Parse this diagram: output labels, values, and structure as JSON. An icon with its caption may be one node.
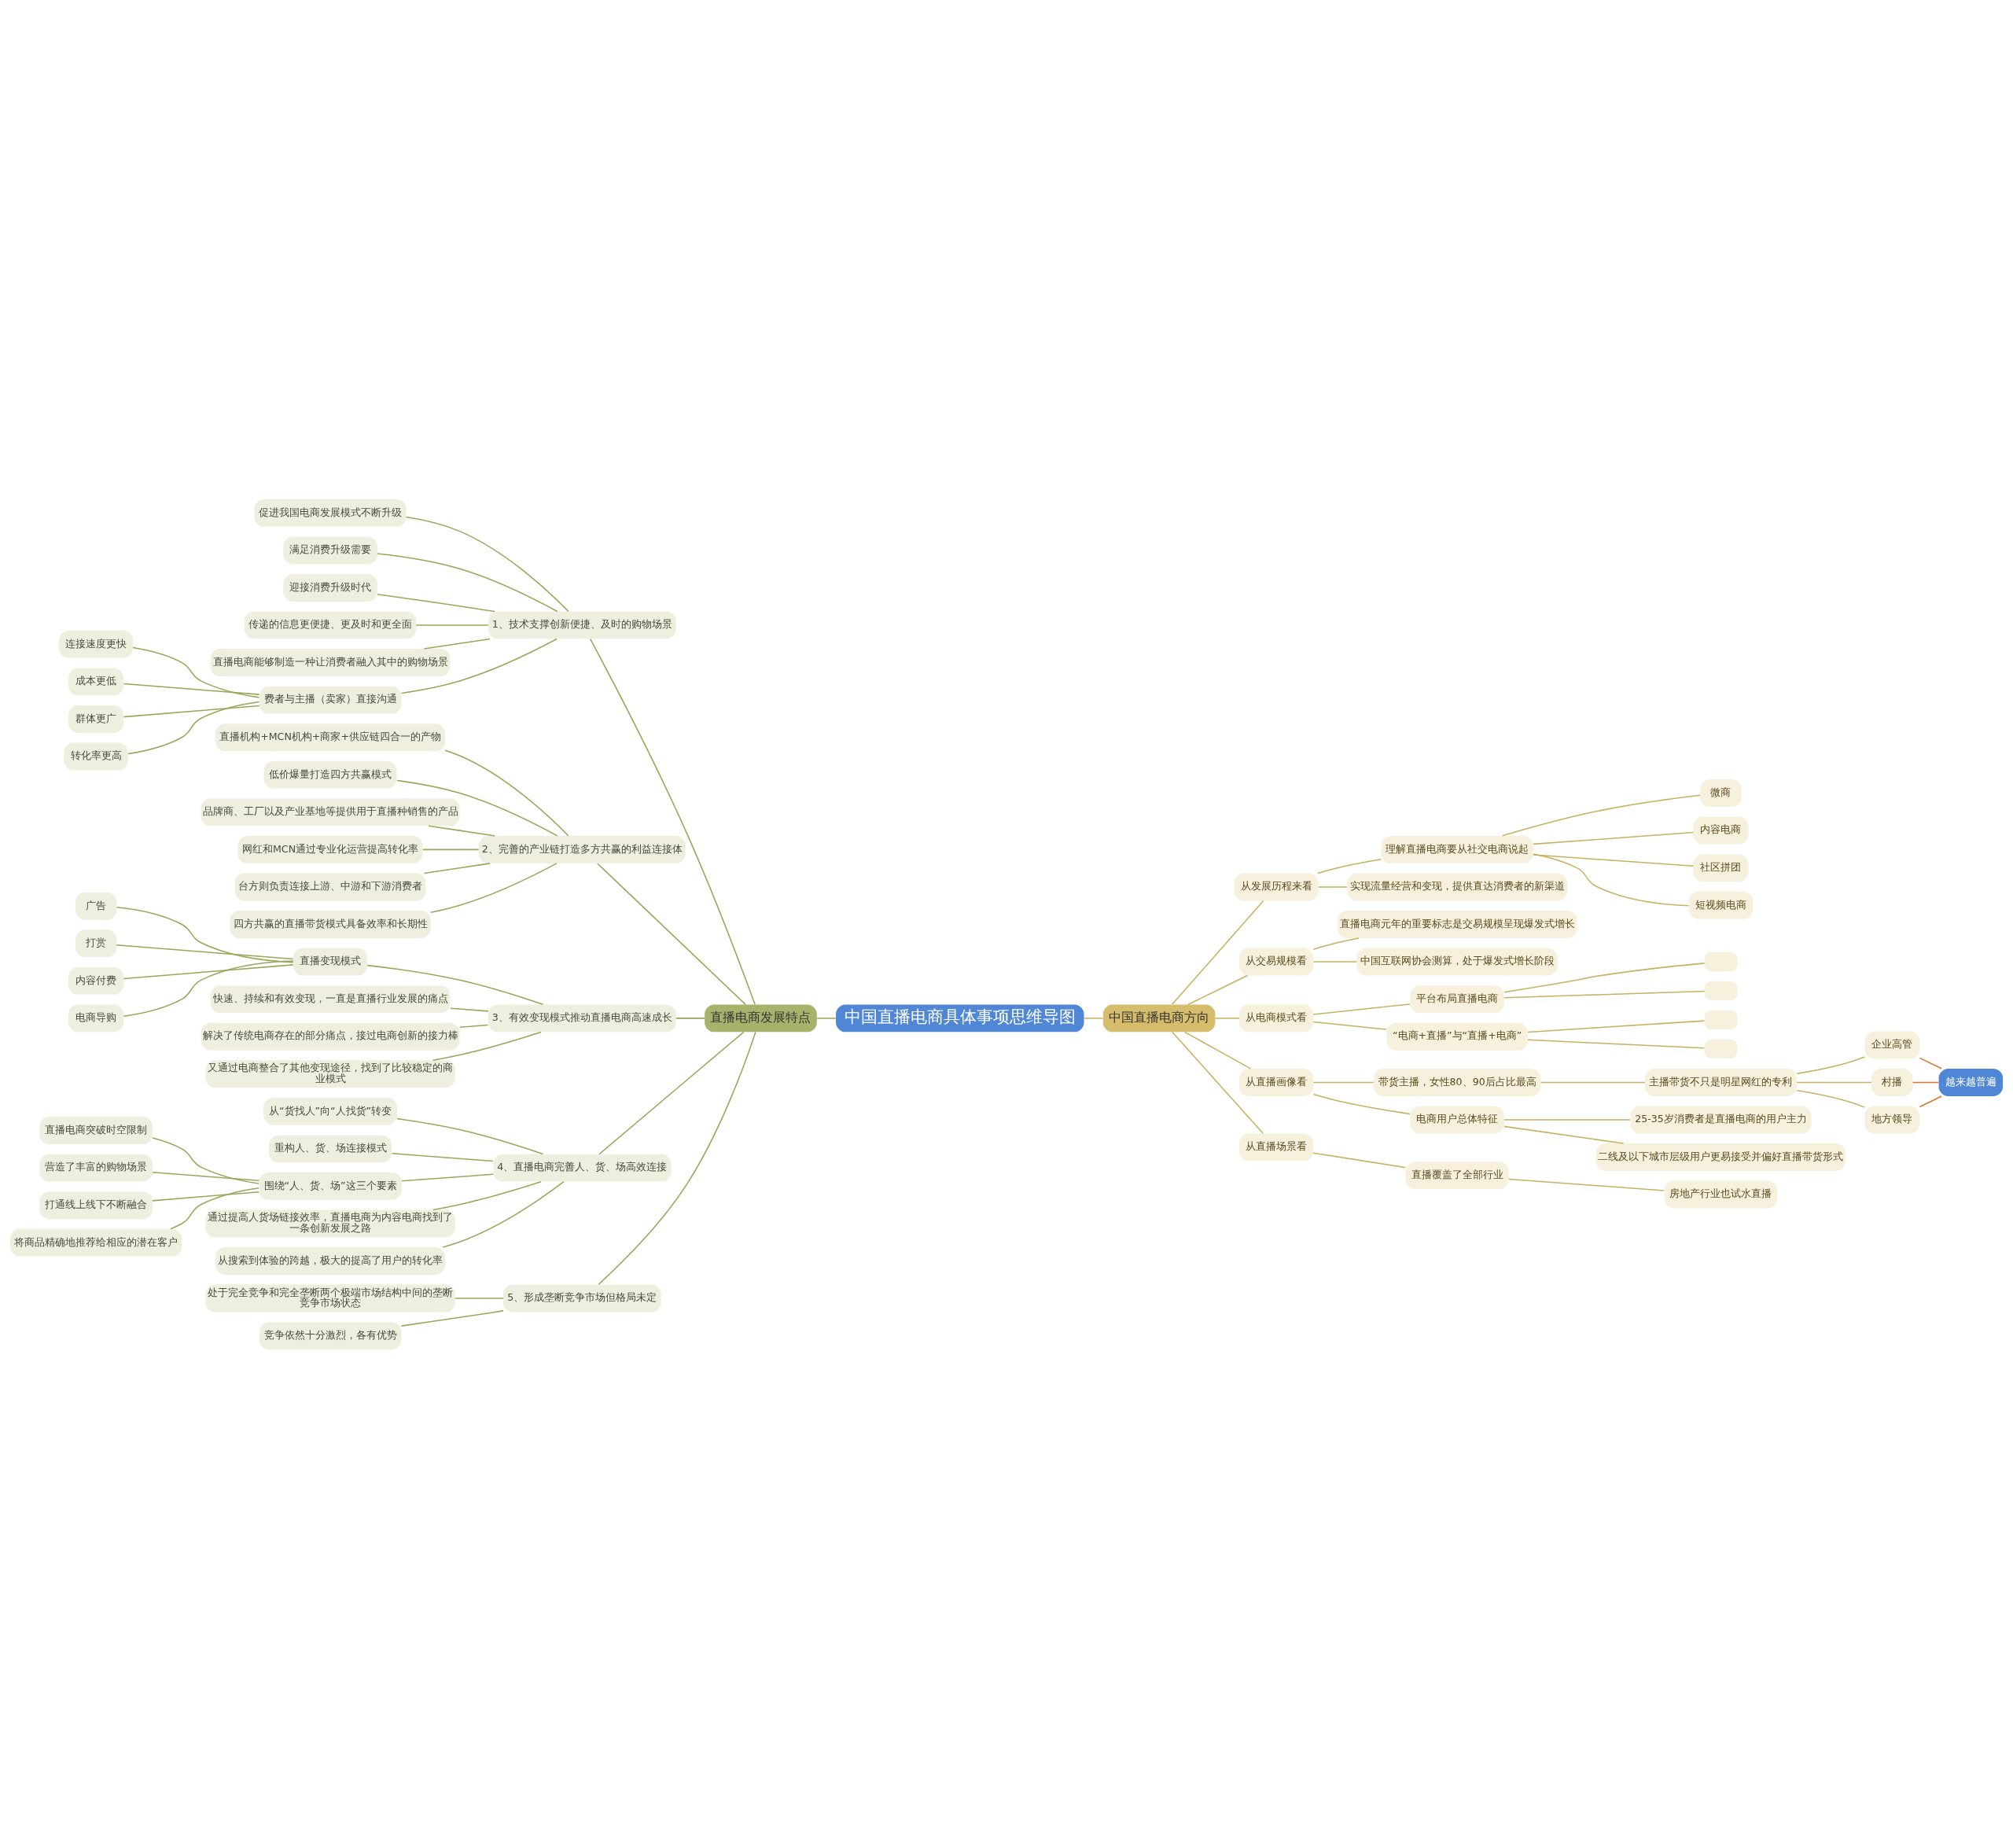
{
  "diagram": {
    "nodes": [
      {
        "text": [
          "中国直播电商具体事项思维导图"
        ]
      },
      {
        "text": [
          "直播电商发展特点"
        ]
      },
      {
        "text": [
          "1、技术支撑创新便捷、及时的购物场景"
        ]
      },
      {
        "text": [
          "促进我国电商发展模式不断升级"
        ]
      },
      {
        "text": [
          "满足消费升级需要"
        ]
      },
      {
        "text": [
          "迎接消费升级时代"
        ]
      },
      {
        "text": [
          "传递的信息更便捷、更及时和更全面"
        ]
      },
      {
        "text": [
          "直播电商能够制造一种让消费者融入其中的购物场景"
        ]
      },
      {
        "text": [
          "费者与主播（卖家）直接沟通"
        ]
      },
      {
        "text": [
          "连接速度更快"
        ]
      },
      {
        "text": [
          "成本更低"
        ]
      },
      {
        "text": [
          "群体更广"
        ]
      },
      {
        "text": [
          "转化率更高"
        ]
      },
      {
        "text": [
          "2、完善的产业链打造多方共赢的利益连接体"
        ]
      },
      {
        "text": [
          "直播机构+MCN机构+商家+供应链四合一的产物"
        ]
      },
      {
        "text": [
          "低价爆量打造四方共赢模式"
        ]
      },
      {
        "text": [
          "品牌商、工厂以及产业基地等提供用于直播种销售的产品"
        ]
      },
      {
        "text": [
          "网红和MCN通过专业化运营提高转化率"
        ]
      },
      {
        "text": [
          "台方则负责连接上游、中游和下游消费者"
        ]
      },
      {
        "text": [
          "四方共赢的直播带货模式具备效率和长期性"
        ]
      },
      {
        "text": [
          "3、有效变现模式推动直播电商高速成长"
        ]
      },
      {
        "text": [
          "直播变现模式"
        ]
      },
      {
        "text": [
          "广告"
        ]
      },
      {
        "text": [
          "打赏"
        ]
      },
      {
        "text": [
          "内容付费"
        ]
      },
      {
        "text": [
          "电商导购"
        ]
      },
      {
        "text": [
          "快速、持续和有效变现，一直是直播行业发展的痛点"
        ]
      },
      {
        "text": [
          "解决了传统电商存在的部分痛点，接过电商创新的接力棒"
        ]
      },
      {
        "text": [
          "又通过电商整合了其他变现途径，找到了比较稳定的商业模式"
        ]
      },
      {
        "text": [
          "4、直播电商完善人、货、场高效连接"
        ]
      },
      {
        "text": [
          "从“货找人”向“人找货”转变"
        ]
      },
      {
        "text": [
          "重构人、货、场连接模式"
        ]
      },
      {
        "text": [
          "围绕“人、货、场”这三个要素"
        ]
      },
      {
        "text": [
          "直播电商突破时空限制"
        ]
      },
      {
        "text": [
          "营造了丰富的购物场景"
        ]
      },
      {
        "text": [
          "打通线上线下不断融合"
        ]
      },
      {
        "text": [
          "将商品精确地推荐给相应的潜在客户"
        ]
      },
      {
        "text": [
          "通过提高人货场链接效率，直播电商为内容电商找到了一条创新发展之路"
        ]
      },
      {
        "text": [
          "从搜索到体验的跨越，极大的提高了用户的转化率"
        ]
      },
      {
        "text": [
          "5、形成垄断竞争市场但格局未定"
        ]
      },
      {
        "text": [
          "处于完全竞争和完全垄断两个极端市场结构中间的垄断竞争市场状态"
        ]
      },
      {
        "text": [
          "竞争依然十分激烈，各有优势"
        ]
      },
      {
        "text": [
          "中国直播电商方向"
        ]
      },
      {
        "text": [
          "从发展历程来看"
        ]
      },
      {
        "text": [
          "理解直播电商要从社交电商说起"
        ]
      },
      {
        "text": [
          "微商"
        ]
      },
      {
        "text": [
          "内容电商"
        ]
      },
      {
        "text": [
          "社区拼团"
        ]
      },
      {
        "text": [
          "短视频电商"
        ]
      },
      {
        "text": [
          "实现流量经营和变现，提供直达消费者的新渠道"
        ]
      },
      {
        "text": [
          "从交易规模看"
        ]
      },
      {
        "text": [
          "直播电商元年的重要标志是交易规模呈现爆发式增长"
        ]
      },
      {
        "text": [
          "中国互联网协会测算，处于爆发式增长阶段"
        ]
      },
      {
        "text": [
          "从电商模式看"
        ]
      },
      {
        "text": [
          "平台布局直播电商"
        ]
      },
      {
        "text": [],
        "shape": "box"
      },
      {
        "text": [],
        "shape": "box"
      },
      {
        "text": [
          "“电商+直播”与“直播+电商”"
        ]
      },
      {
        "text": [],
        "shape": "box"
      },
      {
        "text": [],
        "shape": "box"
      },
      {
        "text": [
          "从直播画像看"
        ]
      },
      {
        "text": [
          "带货主播，女性80、90后占比最高"
        ]
      },
      {
        "text": [
          "主播带货不只是明星网红的专利"
        ]
      },
      {
        "text": [
          "企业高管"
        ]
      },
      {
        "text": [
          "村播"
        ]
      },
      {
        "text": [
          "地方领导"
        ]
      },
      {
        "text": [
          "越来越普遍"
        ]
      },
      {
        "text": [
          "电商用户总体特征"
        ]
      },
      {
        "text": [
          "25-35岁消费者是直播电商的用户主力"
        ]
      },
      {
        "text": [
          "二线及以下城市层级用户更易接受并偏好直播带货形式"
        ]
      },
      {
        "text": [
          "从直播场景看"
        ]
      },
      {
        "text": [
          "直播覆盖了全部行业"
        ]
      },
      {
        "text": [
          "房地产行业也试水直播"
        ]
      }
    ],
    "edges": [
      {
        "from": 0,
        "to": 1,
        "arrow": "none"
      },
      {
        "from": 1,
        "to": 2,
        "arrow": "none"
      },
      {
        "from": 2,
        "to": 3,
        "arrow": "none"
      },
      {
        "from": 2,
        "to": 4,
        "arrow": "none"
      },
      {
        "from": 2,
        "to": 5,
        "arrow": "none"
      },
      {
        "from": 2,
        "to": 6,
        "arrow": "none"
      },
      {
        "from": 2,
        "to": 7,
        "arrow": "none"
      },
      {
        "from": 2,
        "to": 8,
        "arrow": "none"
      },
      {
        "from": 8,
        "to": 9,
        "arrow": "none"
      },
      {
        "from": 8,
        "to": 10,
        "arrow": "none"
      },
      {
        "from": 8,
        "to": 11,
        "arrow": "none"
      },
      {
        "from": 8,
        "to": 12,
        "arrow": "none"
      },
      {
        "from": 1,
        "to": 13,
        "arrow": "none"
      },
      {
        "from": 13,
        "to": 14,
        "arrow": "none"
      },
      {
        "from": 13,
        "to": 15,
        "arrow": "none"
      },
      {
        "from": 13,
        "to": 16,
        "arrow": "none"
      },
      {
        "from": 13,
        "to": 17,
        "arrow": "none"
      },
      {
        "from": 13,
        "to": 18,
        "arrow": "none"
      },
      {
        "from": 13,
        "to": 19,
        "arrow": "none"
      },
      {
        "from": 1,
        "to": 20,
        "arrow": "none"
      },
      {
        "from": 20,
        "to": 21,
        "arrow": "none"
      },
      {
        "from": 21,
        "to": 22,
        "arrow": "none"
      },
      {
        "from": 21,
        "to": 23,
        "arrow": "none"
      },
      {
        "from": 21,
        "to": 24,
        "arrow": "none"
      },
      {
        "from": 21,
        "to": 25,
        "arrow": "none"
      },
      {
        "from": 20,
        "to": 26,
        "arrow": "none"
      },
      {
        "from": 20,
        "to": 27,
        "arrow": "none"
      },
      {
        "from": 20,
        "to": 28,
        "arrow": "none"
      },
      {
        "from": 1,
        "to": 29,
        "arrow": "none"
      },
      {
        "from": 29,
        "to": 30,
        "arrow": "none"
      },
      {
        "from": 29,
        "to": 31,
        "arrow": "none"
      },
      {
        "from": 29,
        "to": 32,
        "arrow": "none"
      },
      {
        "from": 32,
        "to": 33,
        "arrow": "none"
      },
      {
        "from": 32,
        "to": 34,
        "arrow": "none"
      },
      {
        "from": 32,
        "to": 35,
        "arrow": "none"
      },
      {
        "from": 32,
        "to": 36,
        "arrow": "none"
      },
      {
        "from": 29,
        "to": 37,
        "arrow": "none"
      },
      {
        "from": 29,
        "to": 38,
        "arrow": "none"
      },
      {
        "from": 1,
        "to": 39,
        "arrow": "none"
      },
      {
        "from": 39,
        "to": 40,
        "arrow": "none"
      },
      {
        "from": 39,
        "to": 41,
        "arrow": "none"
      },
      {
        "from": 0,
        "to": 42,
        "arrow": "none",
        "color": "#c9b060"
      },
      {
        "from": 42,
        "to": 43,
        "arrow": "none",
        "color": "#c9b060"
      },
      {
        "from": 43,
        "to": 44,
        "arrow": "none",
        "color": "#c9b060"
      },
      {
        "from": 44,
        "to": 45,
        "arrow": "none",
        "color": "#c9b060"
      },
      {
        "from": 44,
        "to": 46,
        "arrow": "none",
        "color": "#c9b060"
      },
      {
        "from": 44,
        "to": 47,
        "arrow": "none",
        "color": "#c9b060"
      },
      {
        "from": 44,
        "to": 48,
        "arrow": "none",
        "color": "#c9b060"
      },
      {
        "from": 43,
        "to": 49,
        "arrow": "none",
        "color": "#c9b060"
      },
      {
        "from": 42,
        "to": 50,
        "arrow": "none",
        "color": "#c9b060"
      },
      {
        "from": 50,
        "to": 51,
        "arrow": "none",
        "color": "#c9b060"
      },
      {
        "from": 50,
        "to": 52,
        "arrow": "none",
        "color": "#c9b060"
      },
      {
        "from": 42,
        "to": 53,
        "arrow": "none",
        "color": "#c9b060"
      },
      {
        "from": 53,
        "to": 54,
        "arrow": "none",
        "color": "#c9b060"
      },
      {
        "from": 54,
        "to": 55,
        "arrow": "none",
        "color": "#c9b060"
      },
      {
        "from": 54,
        "to": 56,
        "arrow": "none",
        "color": "#c9b060"
      },
      {
        "from": 53,
        "to": 57,
        "arrow": "none",
        "color": "#c9b060"
      },
      {
        "from": 57,
        "to": 58,
        "arrow": "none",
        "color": "#c9b060"
      },
      {
        "from": 57,
        "to": 59,
        "arrow": "none",
        "color": "#c9b060"
      },
      {
        "from": 42,
        "to": 60,
        "arrow": "none",
        "color": "#c9b060"
      },
      {
        "from": 60,
        "to": 61,
        "arrow": "none",
        "color": "#c9b060"
      },
      {
        "from": 61,
        "to": 62,
        "arrow": "none",
        "color": "#c9b060"
      },
      {
        "from": 62,
        "to": 63,
        "arrow": "none",
        "color": "#c9b060"
      },
      {
        "from": 62,
        "to": 64,
        "arrow": "none",
        "color": "#c9b060"
      },
      {
        "from": 62,
        "to": 65,
        "arrow": "none",
        "color": "#c9b060"
      },
      {
        "from": 63,
        "to": 66,
        "arrow": "none",
        "color": "#e0702a"
      },
      {
        "from": 64,
        "to": 66,
        "arrow": "none",
        "color": "#e0702a"
      },
      {
        "from": 65,
        "to": 66,
        "arrow": "none",
        "color": "#e0702a"
      },
      {
        "from": 60,
        "to": 67,
        "arrow": "none",
        "color": "#c9b060"
      },
      {
        "from": 67,
        "to": 68,
        "arrow": "none",
        "color": "#c9b060"
      },
      {
        "from": 67,
        "to": 69,
        "arrow": "none",
        "color": "#c9b060"
      },
      {
        "from": 42,
        "to": 70,
        "arrow": "none",
        "color": "#c9b060"
      },
      {
        "from": 70,
        "to": 71,
        "arrow": "none",
        "color": "#c9b060"
      },
      {
        "from": 71,
        "to": 72,
        "arrow": "none",
        "color": "#c9b060"
      }
    ]
  }
}
